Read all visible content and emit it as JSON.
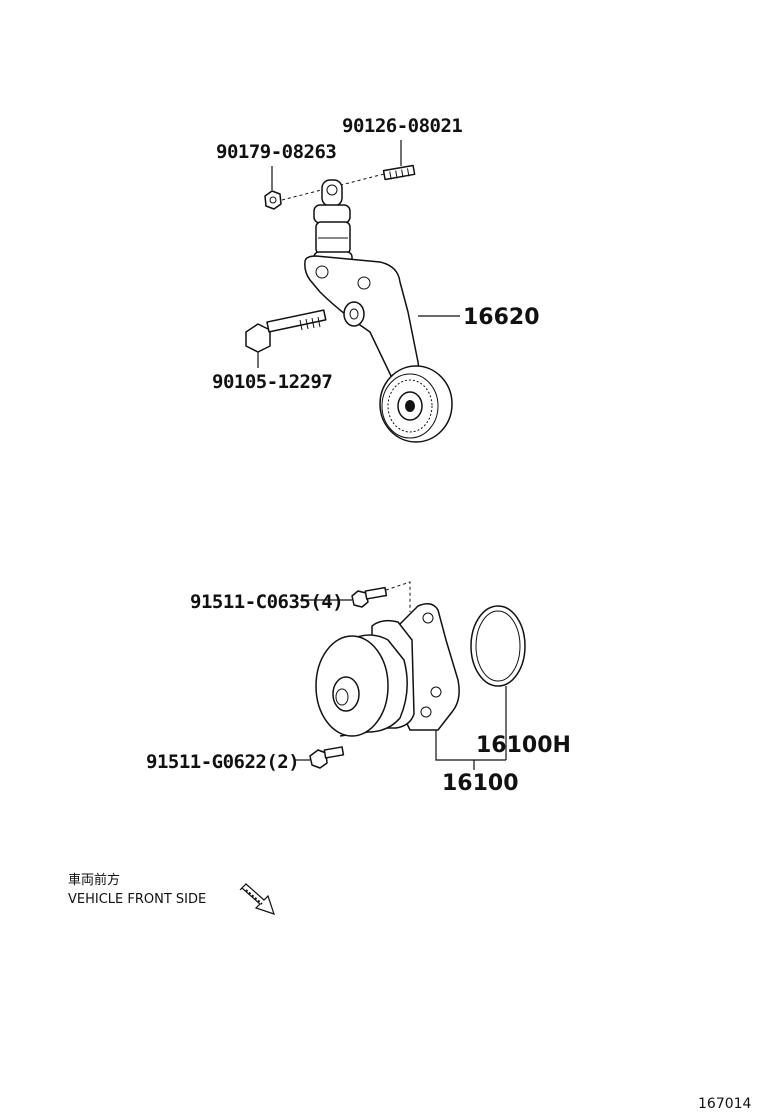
{
  "diagram": {
    "labels": {
      "bolt_top": "90126-08021",
      "nut_top": "90179-08263",
      "tensioner": "16620",
      "bolt_long": "90105-12297",
      "bolt_pump_top": "91511-C0635(4)",
      "bolt_pump_bottom": "91511-G0622(2)",
      "gasket": "16100H",
      "water_pump": "16100"
    },
    "front_note_jp": "車両前方",
    "front_note_en": "VEHICLE FRONT SIDE",
    "figure_code": "167014"
  }
}
